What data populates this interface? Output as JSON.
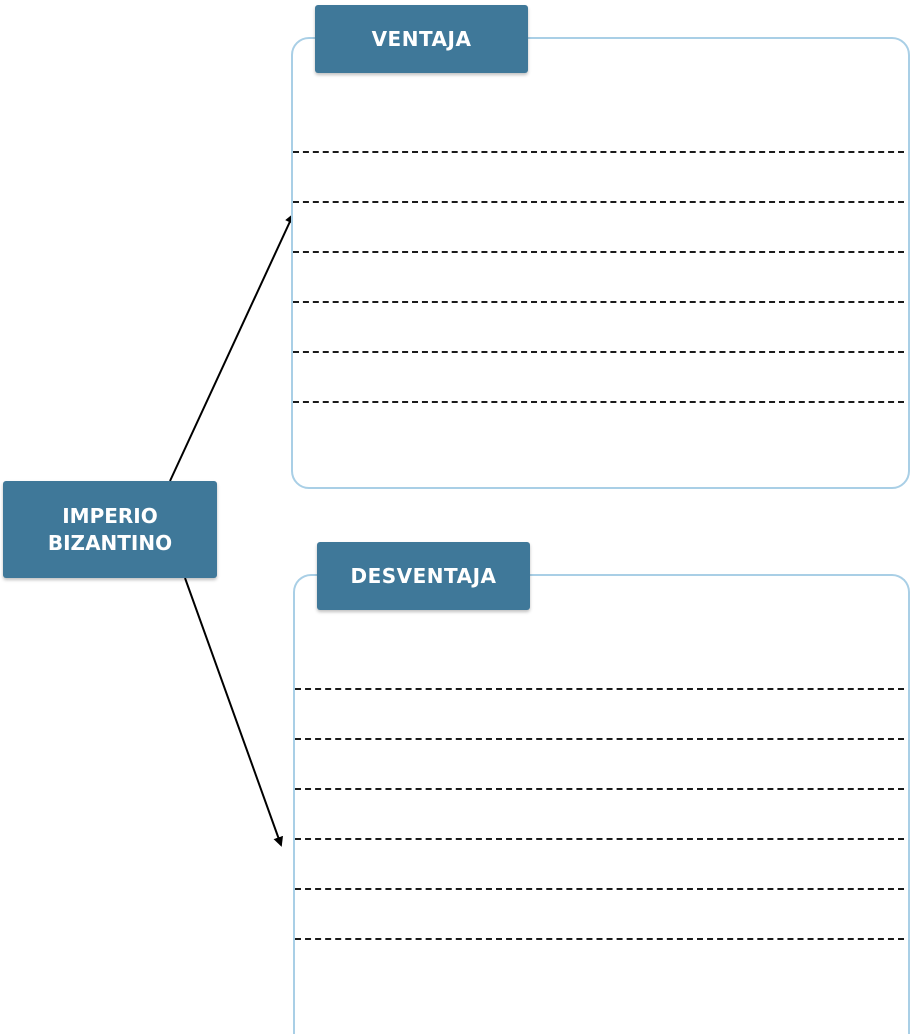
{
  "central_node": {
    "line1": "IMPERIO",
    "line2": "BIZANTINO"
  },
  "sections": {
    "ventaja": {
      "title": "VENTAJA",
      "blank_lines": 6
    },
    "desventaja": {
      "title": "DESVENTAJA",
      "blank_lines": 6
    }
  },
  "colors": {
    "header_fill": "#3f7899",
    "panel_border": "#a9cfe6",
    "rule_color": "#1a1a1a",
    "arrow_color": "#000000"
  }
}
